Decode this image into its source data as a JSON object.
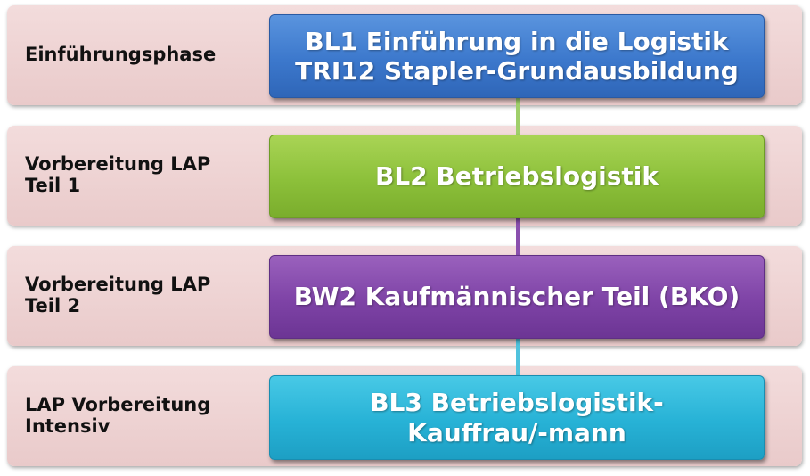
{
  "rows": [
    {
      "label_lines": [
        "Einführungsphase"
      ],
      "box_lines": [
        "BL1 Einführung in die Logistik",
        "TRI12 Stapler-Grundausbildung"
      ],
      "color": "#3c78cc"
    },
    {
      "label_lines": [
        "Vorbereitung LAP",
        "Teil 1"
      ],
      "box_lines": [
        "BL2 Betriebslogistik"
      ],
      "color": "#8cc03a"
    },
    {
      "label_lines": [
        "Vorbereitung LAP",
        "Teil 2"
      ],
      "box_lines": [
        "BW2 Kaufmännischer Teil (BKO)"
      ],
      "color": "#7e43a6"
    },
    {
      "label_lines": [
        "LAP Vorbereitung",
        "Intensiv"
      ],
      "box_lines": [
        "BL3 Betriebslogistik-",
        "Kauffrau/-mann"
      ],
      "color": "#27b2d6"
    }
  ],
  "connector_colors": [
    "#9fcf6a",
    "#8a4fae",
    "#4fc2dd"
  ]
}
